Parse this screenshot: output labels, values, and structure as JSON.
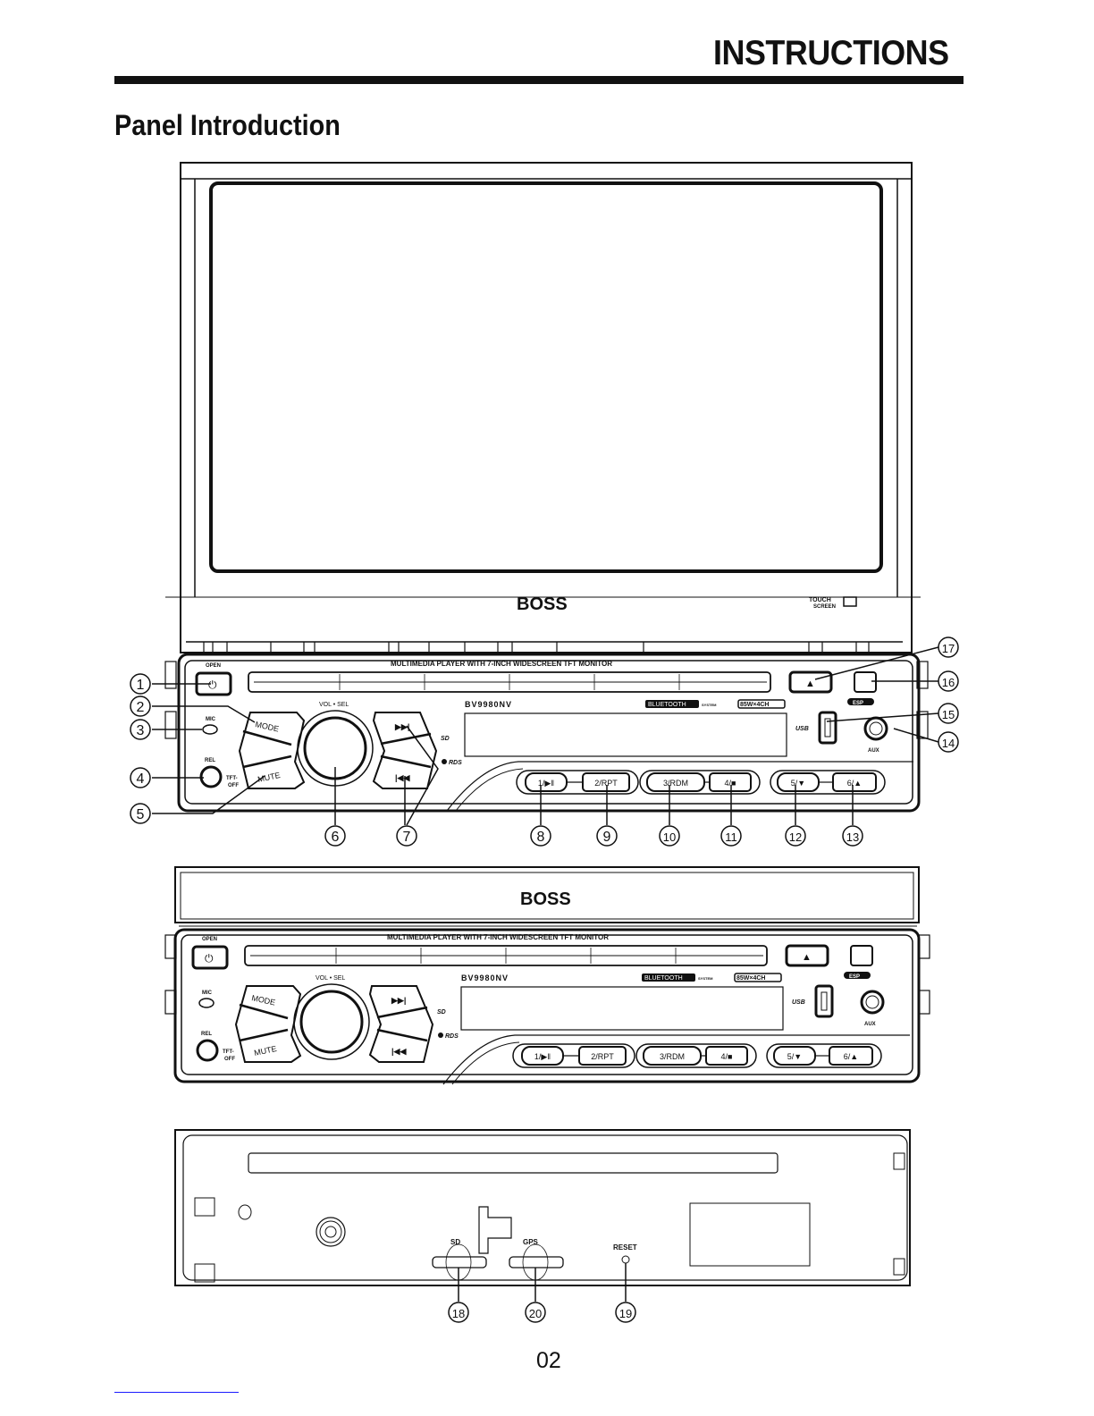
{
  "header": {
    "title": "INSTRUCTIONS"
  },
  "section": {
    "title": "Panel Introduction"
  },
  "page_number": "02",
  "device": {
    "brand": "BOSS",
    "model": "BV9980NV",
    "tagline": "MULTIMEDIA PLAYER WITH 7-INCH WIDESCREEN TFT MONITOR",
    "touch_screen_line1": "TOUCH",
    "touch_screen_line2": "SCREEN",
    "bluetooth": "BLUETOOTH",
    "bluetooth_suffix": "SYSTEM",
    "power_badge": "85W×4CH",
    "esp_badge": "ESP"
  },
  "panel_labels": {
    "open": "OPEN",
    "mic": "MIC",
    "rel": "REL",
    "tft_off_1": "TFT-",
    "tft_off_2": "OFF",
    "mode": "MODE",
    "mute": "MUTE",
    "vol_sel": "VOL • SEL",
    "sd": "SD",
    "rds": "RDS",
    "usb": "USB",
    "aux": "AUX",
    "next_icon": "▶▶|",
    "prev_icon": "|◀◀",
    "eject_icon": "▲",
    "power_icon": "⏻"
  },
  "preset_buttons": [
    {
      "label": "1/▶‖"
    },
    {
      "label": "2/RPT"
    },
    {
      "label": "3/RDM"
    },
    {
      "label": "4/■"
    },
    {
      "label": "5/▼"
    },
    {
      "label": "6/▲"
    }
  ],
  "rear_panel": {
    "sd_slot": "SD",
    "gps_slot": "GPS",
    "reset": "RESET"
  },
  "callouts": [
    {
      "num": "1",
      "target": "Power / Open"
    },
    {
      "num": "2",
      "target": "MODE"
    },
    {
      "num": "3",
      "target": "MIC"
    },
    {
      "num": "4",
      "target": "REL"
    },
    {
      "num": "5",
      "target": "MUTE / TFT-OFF"
    },
    {
      "num": "6",
      "target": "VOL/SEL knob"
    },
    {
      "num": "7",
      "target": "Next / Previous"
    },
    {
      "num": "8",
      "target": "1/Play-Pause"
    },
    {
      "num": "9",
      "target": "2/RPT"
    },
    {
      "num": "10",
      "target": "3/RDM"
    },
    {
      "num": "11",
      "target": "4/Stop"
    },
    {
      "num": "12",
      "target": "5/Down"
    },
    {
      "num": "13",
      "target": "6/Up"
    },
    {
      "num": "14",
      "target": "AUX"
    },
    {
      "num": "15",
      "target": "USB"
    },
    {
      "num": "16",
      "target": "ESP button"
    },
    {
      "num": "17",
      "target": "Eject"
    },
    {
      "num": "18",
      "target": "SD slot"
    },
    {
      "num": "19",
      "target": "RESET"
    },
    {
      "num": "20",
      "target": "GPS slot"
    }
  ]
}
